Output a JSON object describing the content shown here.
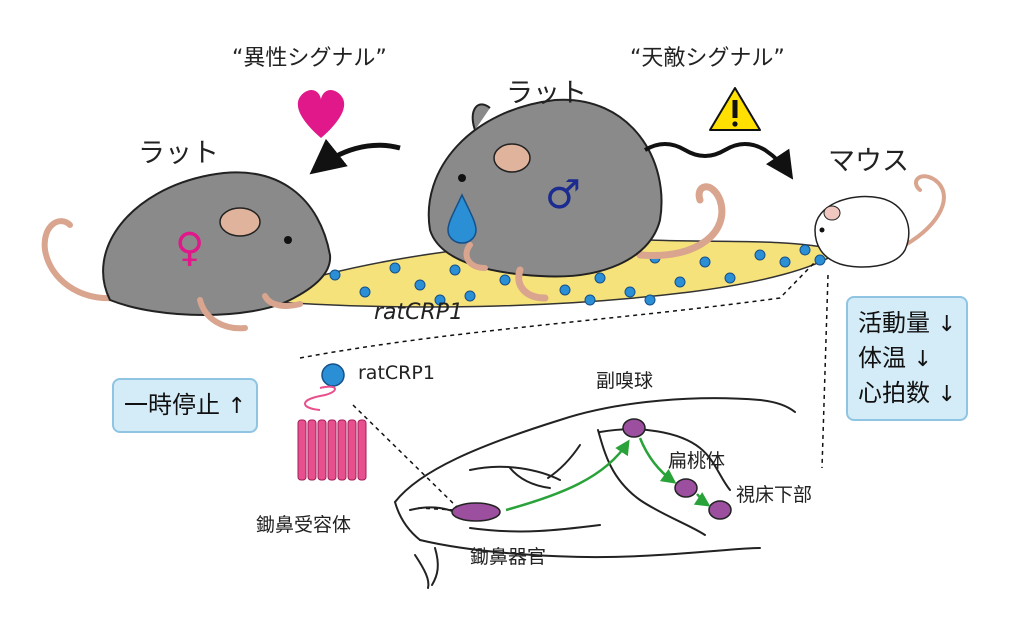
{
  "labels": {
    "sex_signal": "“異性シグナル”",
    "predator_signal": "“天敵シグナル”",
    "rat_left": "ラット",
    "rat_center": "ラット",
    "mouse": "マウス",
    "rat_crp1_trail": "ratCRP1",
    "rat_crp1_legend": "ratCRP1",
    "accessory_olfactory_bulb": "副嗅球",
    "amygdala": "扁桃体",
    "hypothalamus": "視床下部",
    "vomeronasal_receptor": "鋤鼻受容体",
    "vomeronasal_organ": "鋤鼻器官",
    "female_symbol": "♀",
    "male_symbol": "♂"
  },
  "rat_effect": {
    "text": "一時停止",
    "arrow": "↑"
  },
  "mouse_effects": [
    {
      "text": "活動量",
      "arrow": "↓"
    },
    {
      "text": "体温",
      "arrow": "↓"
    },
    {
      "text": "心拍数",
      "arrow": "↓"
    }
  ],
  "colors": {
    "rat_fur": "#8a8a8a",
    "trail": "#f6e27a",
    "dot": "#2b8fd6",
    "female": "#e0188a",
    "male": "#1b2b8f",
    "arrow_green": "#2aa23a",
    "brain_region": "#9b4f9e",
    "receptor": "#e8508d",
    "box_fill": "#d4ecf7",
    "warning": "#ffe000"
  },
  "icons": [
    "heart-icon",
    "warning-icon",
    "teardrop-icon",
    "wavy-arrow-icon"
  ]
}
